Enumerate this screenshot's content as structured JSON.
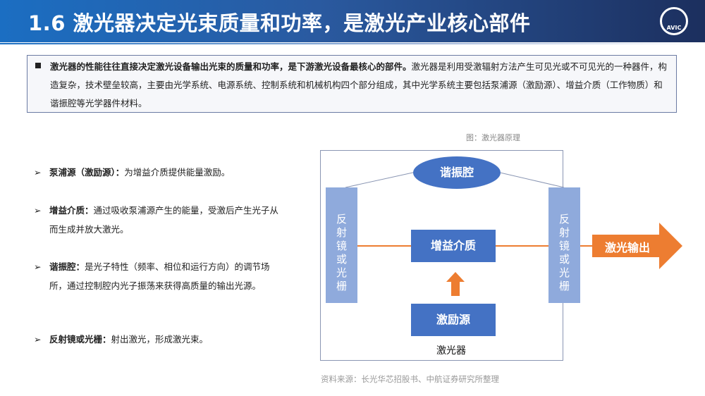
{
  "header": {
    "title": "1.6 激光器决定光束质量和功率，是激光产业核心部件",
    "logo_text": "AVIC"
  },
  "summary": {
    "bold": "激光器的性能往往直接决定激光设备输出光束的质量和功率，是下游激光设备最核心的部件。",
    "text": "激光器是利用受激辐射方法产生可见光或不可见光的一种器件，构造复杂，技术壁垒较高，主要由光学系统、电源系统、控制系统和机械机构四个部分组成，其中光学系统主要包括泵浦源（激励源）、增益介质（工作物质）和谐振腔等光学器件材料。"
  },
  "bullets": [
    {
      "term": "泵浦源（激励源）：",
      "desc": "为增益介质提供能量激励。"
    },
    {
      "term": "增益介质：",
      "desc": "通过吸收泵浦源产生的能量，受激后产生光子从而生成并放大激光。"
    },
    {
      "term": "谐振腔：",
      "desc": "是光子特性（频率、相位和运行方向）的调节场所，通过控制腔内光子振荡来获得高质量的输出光源。"
    },
    {
      "term": "反射镜或光栅：",
      "desc": "射出激光，形成激光束。"
    }
  ],
  "diagram": {
    "caption": "图：激光器原理",
    "resonator": "谐振腔",
    "mirror_left": "反射镜或光栅",
    "mirror_right": "反射镜或光栅",
    "gain": "增益介质",
    "pump": "激励源",
    "laser": "激光器",
    "output": "激光输出",
    "orange": "#ed7d31",
    "blue": "#4472c4"
  },
  "source": "资料来源：长光华芯招股书、中航证券研究所整理"
}
